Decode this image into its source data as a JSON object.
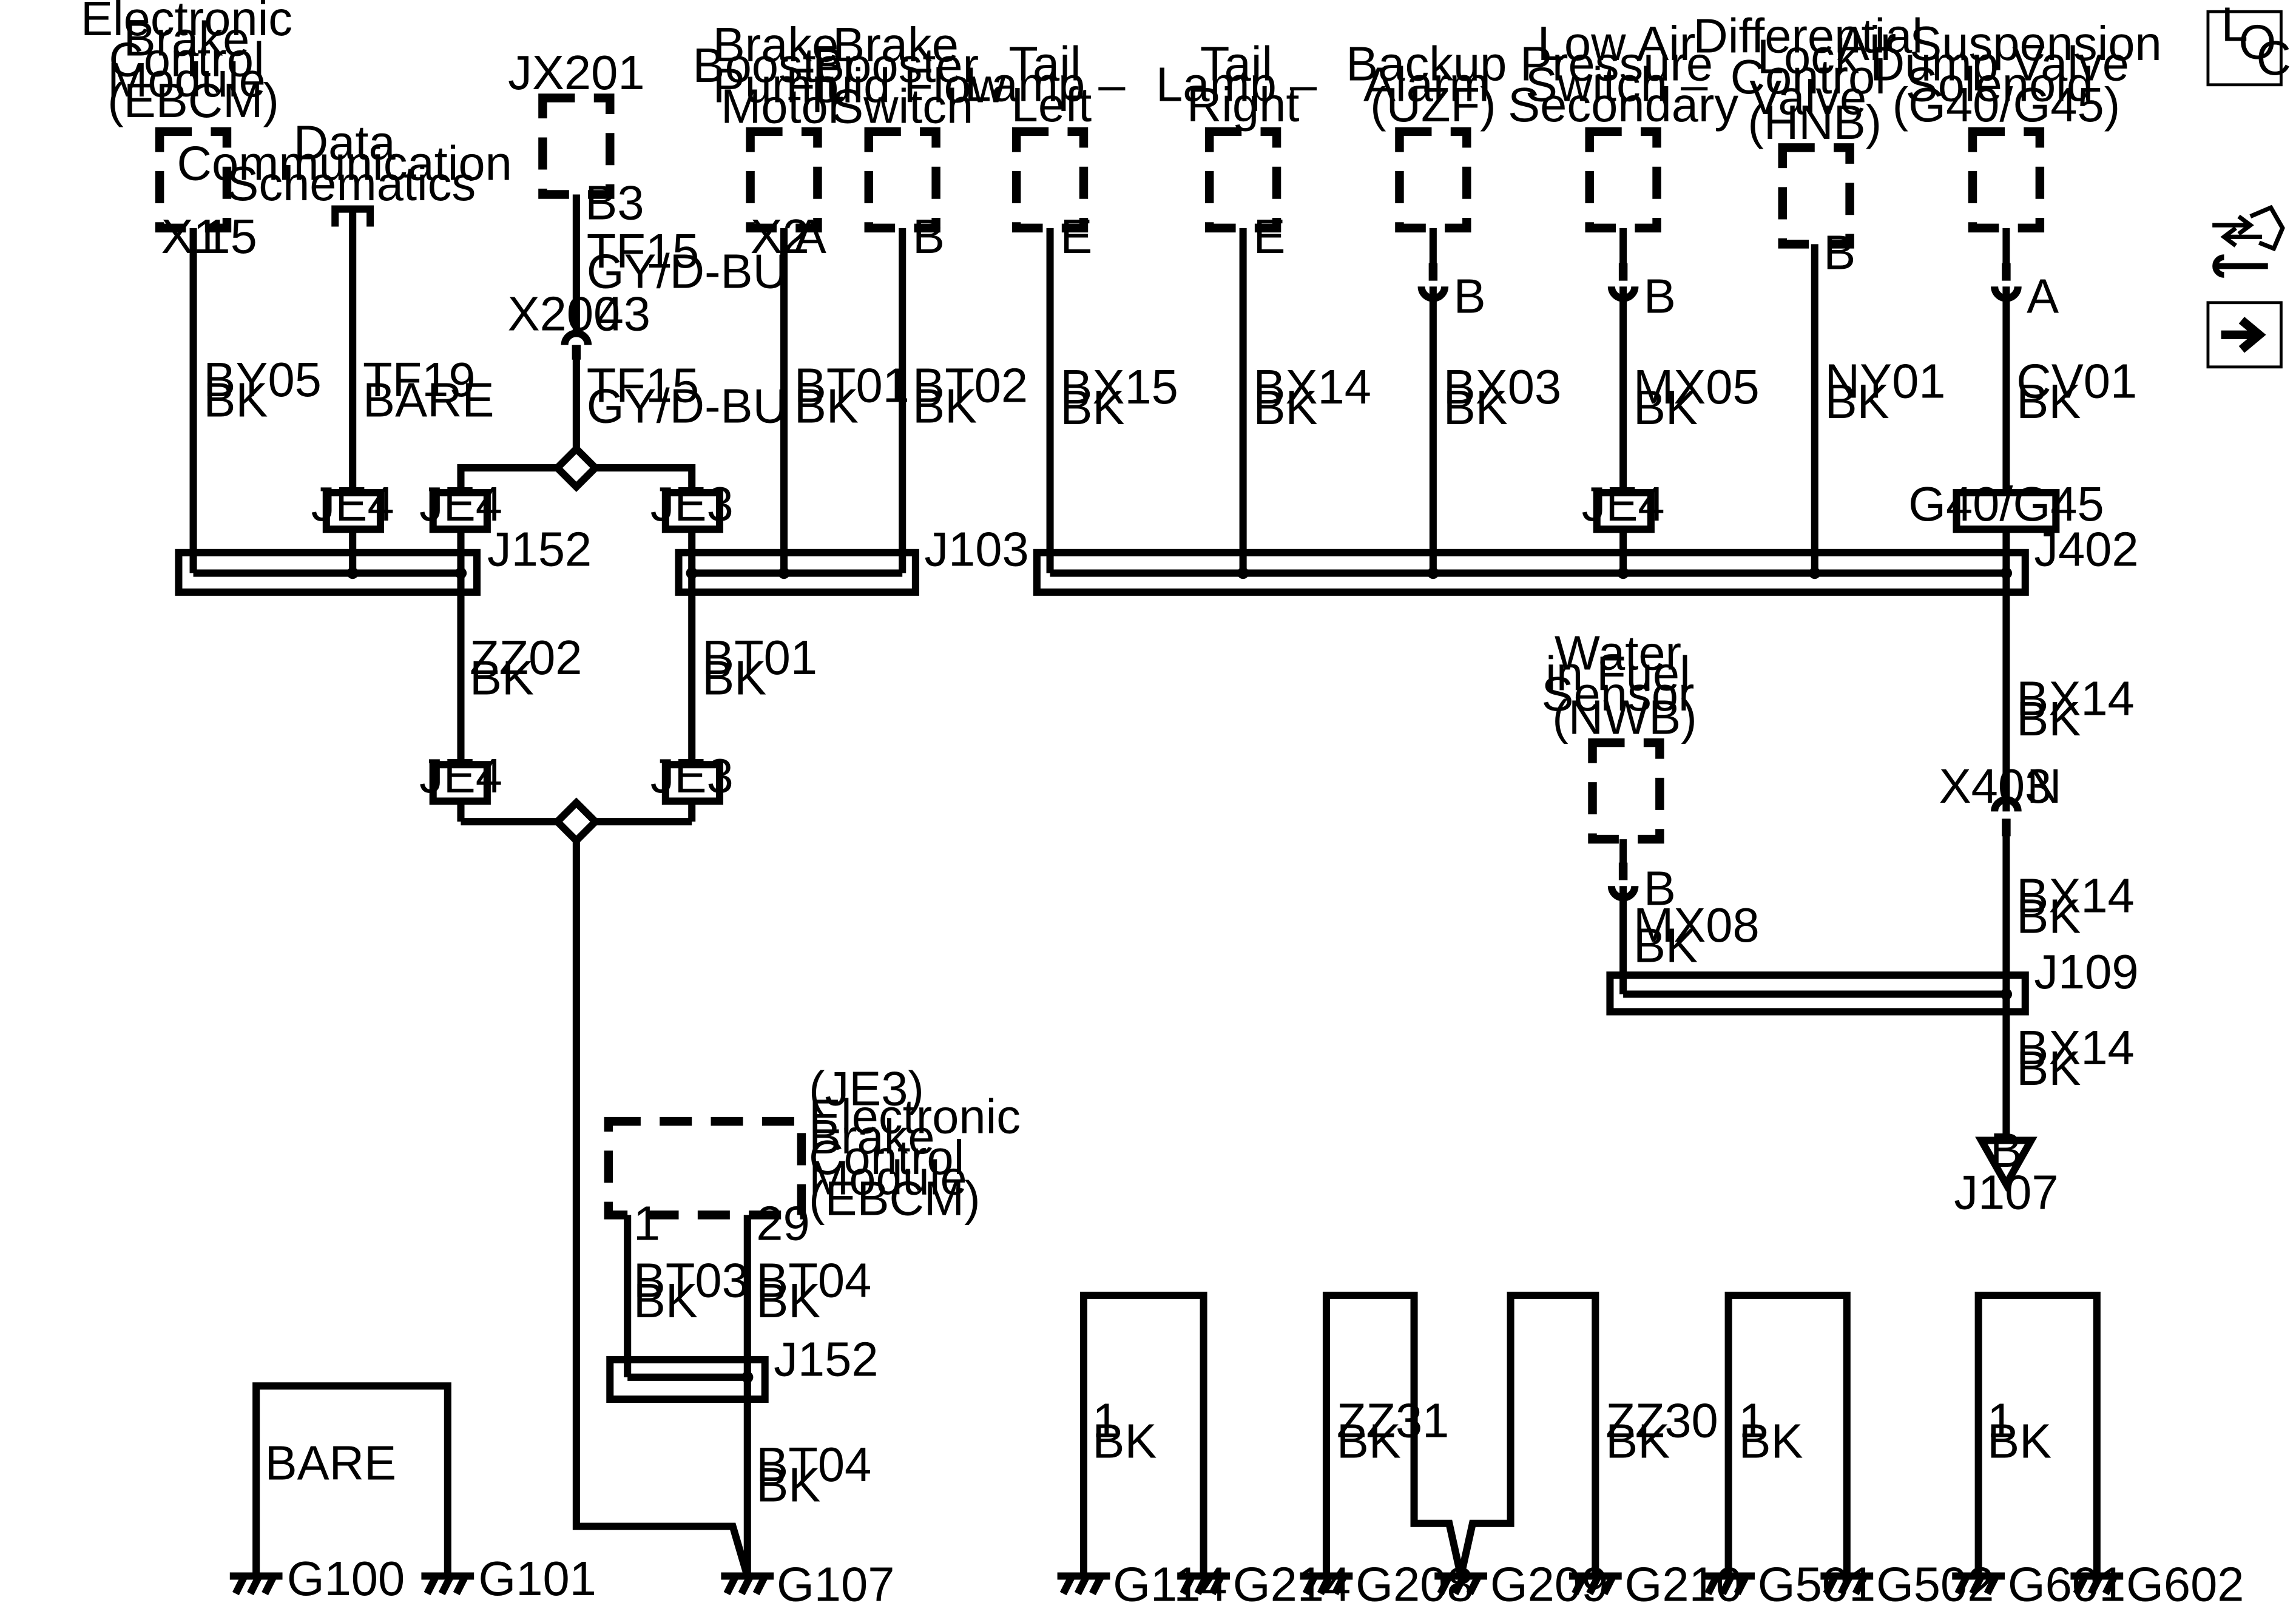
{
  "components": [
    {
      "key": "ebcm",
      "lines": [
        "Electronic",
        "Brake",
        "Control",
        "Module",
        "(EBCM)"
      ],
      "pins": [
        "X1",
        "15"
      ]
    },
    {
      "key": "data_comm",
      "lines": [
        "Data",
        "Communication",
        "Schematics"
      ]
    },
    {
      "key": "jx201",
      "lines": [
        "JX201"
      ],
      "pin": "B3"
    },
    {
      "key": "pump",
      "lines": [
        "Brake",
        "Booster",
        "Pump",
        "Motor"
      ],
      "pins": [
        "X2",
        "A"
      ]
    },
    {
      "key": "flow",
      "lines": [
        "Brake",
        "Booster",
        "Fluid Flow",
        "Switch"
      ],
      "pin": "B"
    },
    {
      "key": "tail_l",
      "lines": [
        "Tail",
        "Lamp –",
        "Left"
      ],
      "pin": "E"
    },
    {
      "key": "tail_r",
      "lines": [
        "Tail",
        "Lamp –",
        "Right"
      ],
      "pin": "E"
    },
    {
      "key": "backup",
      "lines": [
        "Backup",
        "Alarm",
        "(UZF)"
      ],
      "pin": "B"
    },
    {
      "key": "lowair",
      "lines": [
        "Low Air",
        "Pressure",
        "Switch –",
        "Secondary"
      ],
      "pin": "B"
    },
    {
      "key": "diff",
      "lines": [
        "Differential",
        "Lock",
        "Control",
        "Valve",
        "(HNB)"
      ],
      "pin": "B"
    },
    {
      "key": "airsusp",
      "lines": [
        "Air Suspension",
        "Dump Valve",
        "Solenoid",
        "(G40/G45)"
      ],
      "pin": "A"
    },
    {
      "key": "water",
      "lines": [
        "Water",
        "in Fuel",
        "Sensor",
        "(NWB)"
      ],
      "pin": "B"
    },
    {
      "key": "ebcm2",
      "lines": [
        "(JE3)",
        "Electronic",
        "Brake",
        "Control",
        "Module",
        "(EBCM)"
      ],
      "pins": [
        "1",
        "29"
      ]
    }
  ],
  "wires": [
    {
      "key": "by05",
      "circuit": "BY05",
      "color": "BK"
    },
    {
      "key": "tf19",
      "circuit": "TF19",
      "color": "BARE"
    },
    {
      "key": "tf15a",
      "circuit": "TF15",
      "color": "GY/D-BU"
    },
    {
      "key": "tf15b",
      "circuit": "TF15",
      "color": "GY/D-BU"
    },
    {
      "key": "bt01a",
      "circuit": "BT01",
      "color": "BK"
    },
    {
      "key": "bt02",
      "circuit": "BT02",
      "color": "BK"
    },
    {
      "key": "bx15",
      "circuit": "BX15",
      "color": "BK"
    },
    {
      "key": "bx14a",
      "circuit": "BX14",
      "color": "BK"
    },
    {
      "key": "bx03",
      "circuit": "BX03",
      "color": "BK"
    },
    {
      "key": "mx05",
      "circuit": "MX05",
      "color": "BK"
    },
    {
      "key": "ny01",
      "circuit": "NY01",
      "color": "BK"
    },
    {
      "key": "cv01",
      "circuit": "CV01",
      "color": "BK"
    },
    {
      "key": "zz02",
      "circuit": "ZZ02",
      "color": "BK"
    },
    {
      "key": "bt01b",
      "circuit": "BT01",
      "color": "BK"
    },
    {
      "key": "bx14b",
      "circuit": "BX14",
      "color": "BK"
    },
    {
      "key": "bx14c",
      "circuit": "BX14",
      "color": "BK"
    },
    {
      "key": "mx08",
      "circuit": "MX08",
      "color": "BK"
    },
    {
      "key": "bx14d",
      "circuit": "BX14",
      "color": "BK"
    },
    {
      "key": "bt03",
      "circuit": "BT03",
      "color": "BK"
    },
    {
      "key": "bt04a",
      "circuit": "BT04",
      "color": "BK"
    },
    {
      "key": "bt04b",
      "circuit": "BT04",
      "color": "BK"
    },
    {
      "key": "bare",
      "circuit": "BARE",
      "color": ""
    },
    {
      "key": "g114",
      "circuit": "1",
      "color": "BK"
    },
    {
      "key": "zz31",
      "circuit": "ZZ31",
      "color": "BK"
    },
    {
      "key": "zz30",
      "circuit": "ZZ30",
      "color": "BK"
    },
    {
      "key": "g501",
      "circuit": "1",
      "color": "BK"
    },
    {
      "key": "g601",
      "circuit": "1",
      "color": "BK"
    }
  ],
  "splice_labels": {
    "j152a": "J152",
    "j103": "J103",
    "j402": "J402",
    "j109": "J109",
    "j152b": "J152",
    "j107": "J107"
  },
  "option_boxes": {
    "je4_a": "JE4",
    "je4_b": "JE4",
    "je3_a": "JE3",
    "je4_c": "JE4",
    "g40": "G40/G45",
    "je4_d": "JE4",
    "je3_b": "JE3"
  },
  "connectors": [
    {
      "key": "x200",
      "name": "X200",
      "pin": "43"
    },
    {
      "key": "x403",
      "name": "X403",
      "pin": "N"
    }
  ],
  "offpage": {
    "letter": "B"
  },
  "grounds": {
    "g100": "G100",
    "g101": "G101",
    "g107": "G107",
    "g114": "G114",
    "g214": "G214",
    "g208": "G208",
    "g209": "G209",
    "g210": "G210",
    "g501": "G501",
    "g502": "G502",
    "g601": "G601",
    "g602": "G602"
  },
  "nav": {
    "loc": [
      "L",
      "O",
      "C"
    ],
    "icons": [
      "connector-end-view-icon",
      "next-page-arrow-icon"
    ]
  }
}
